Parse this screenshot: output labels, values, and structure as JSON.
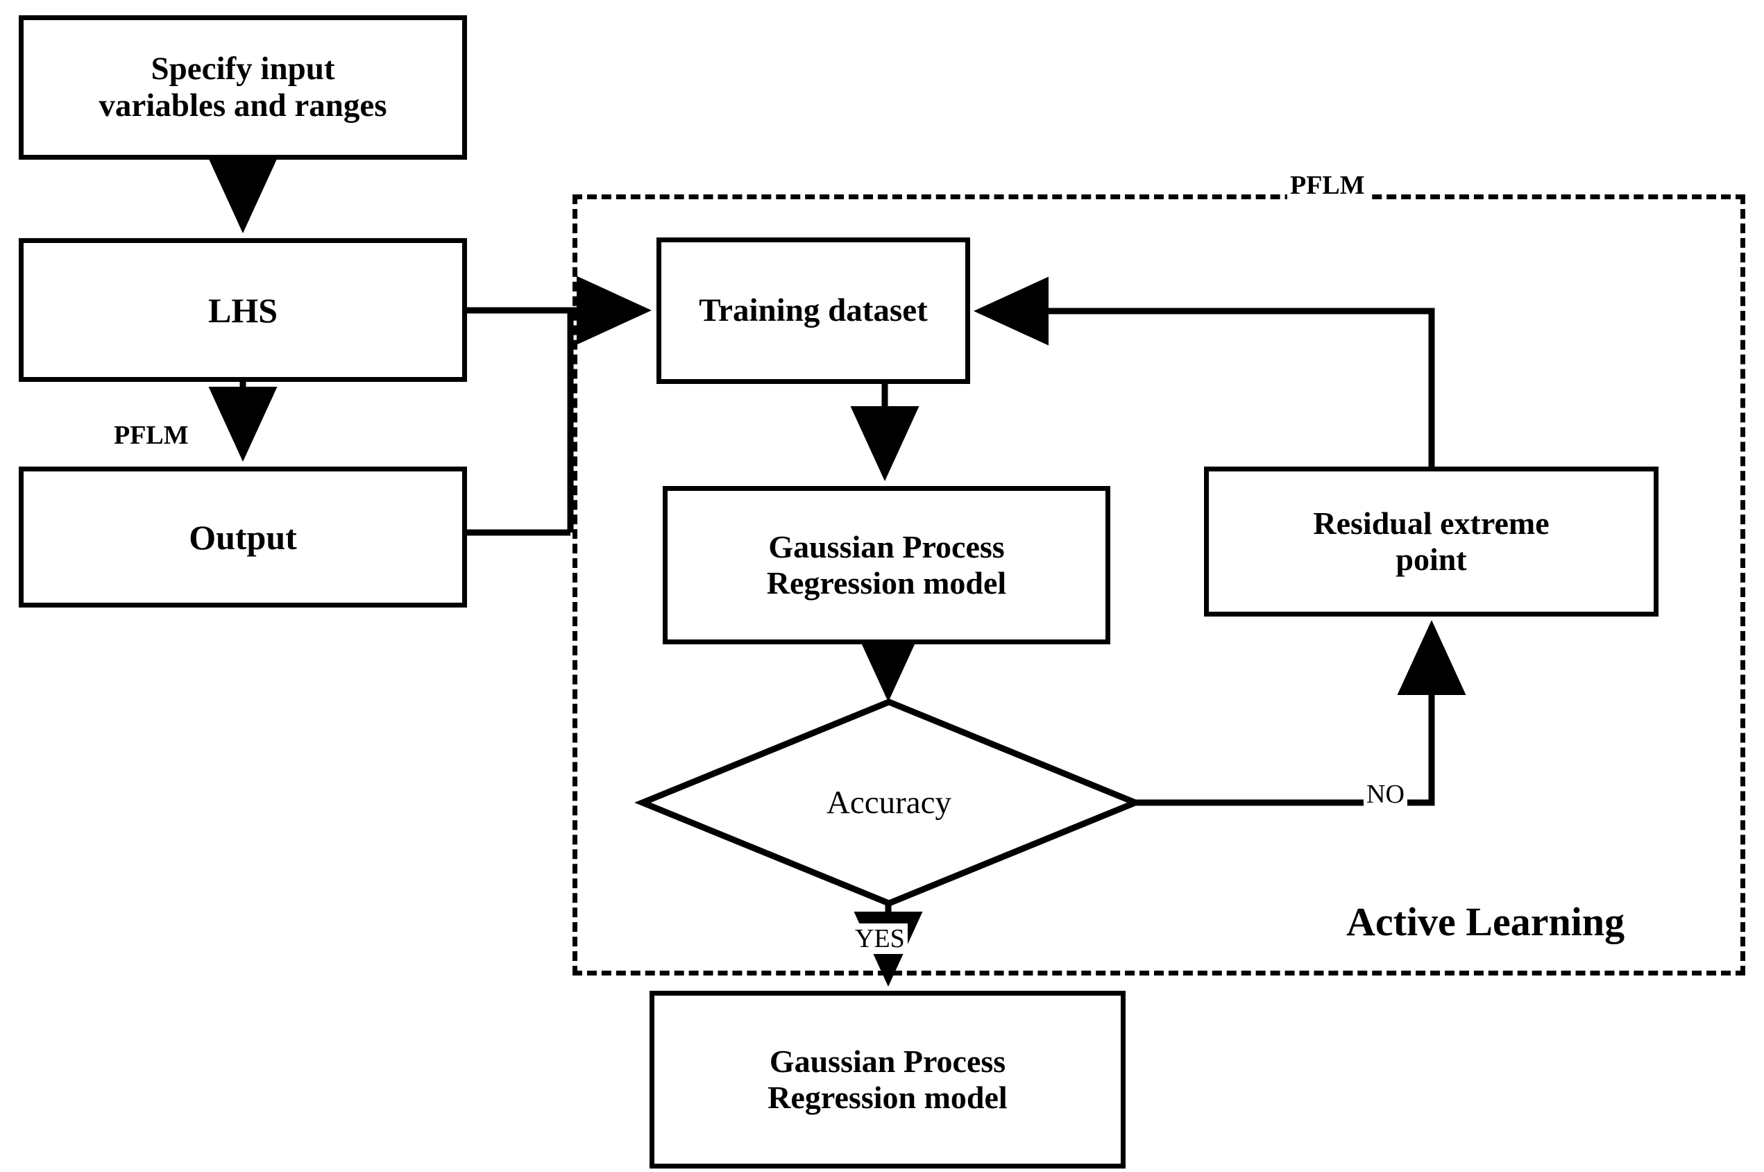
{
  "diagram": {
    "title": "Active Learning Gaussian Process Regression workflow",
    "line_color": "#000000",
    "background": "#ffffff"
  },
  "nodes": {
    "specify": {
      "label": "Specify input\nvariables and ranges",
      "line1": "Specify input",
      "line2": "variables and ranges",
      "shape": "rectangle"
    },
    "lhs": {
      "label": "LHS",
      "shape": "rectangle"
    },
    "output": {
      "label": "Output",
      "shape": "rectangle"
    },
    "training": {
      "label": "Training dataset",
      "shape": "rectangle"
    },
    "gpr_mid": {
      "line1": "Gaussian Process",
      "line2": "Regression model",
      "shape": "rectangle"
    },
    "residual": {
      "line1": "Residual extreme",
      "line2": "point",
      "shape": "rectangle"
    },
    "accuracy": {
      "label": "Accuracy",
      "shape": "diamond"
    },
    "gpr_out": {
      "line1": "Gaussian Process",
      "line2": "Regression model",
      "shape": "rectangle"
    }
  },
  "edge_labels": {
    "pflm_left": "PFLM",
    "pflm_right": "PFLM",
    "no": "NO",
    "yes": "YES"
  },
  "groups": {
    "active_learning": {
      "label": "Active Learning",
      "border_style": "dashed"
    }
  }
}
